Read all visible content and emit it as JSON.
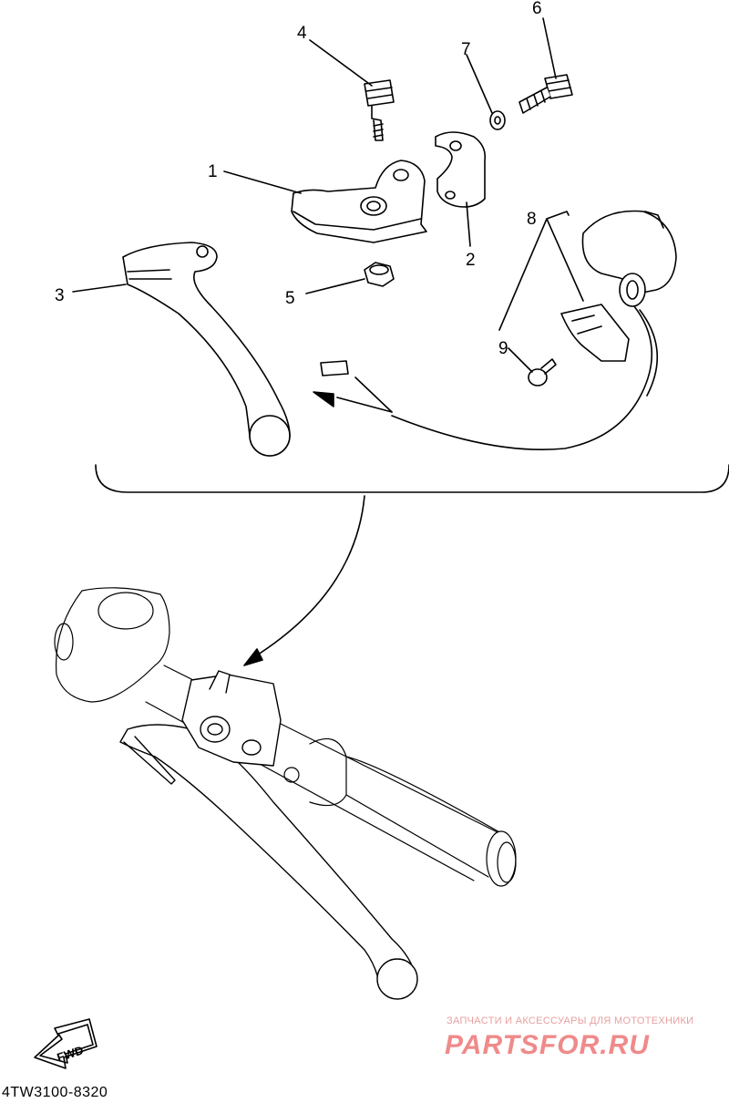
{
  "callouts": [
    {
      "id": "1",
      "label": "1"
    },
    {
      "id": "2",
      "label": "2"
    },
    {
      "id": "3",
      "label": "3"
    },
    {
      "id": "4",
      "label": "4"
    },
    {
      "id": "5",
      "label": "5"
    },
    {
      "id": "6",
      "label": "6"
    },
    {
      "id": "7",
      "label": "7"
    },
    {
      "id": "8",
      "label": "8"
    },
    {
      "id": "9",
      "label": "9"
    }
  ],
  "direction_arrow": {
    "label": "FWD",
    "icon": "fwd-arrow-icon"
  },
  "diagram_code": "4TW3100-8320",
  "watermark": {
    "tagline": "ЗАПЧАСТИ И АКСЕССУАРЫ ДЛЯ МОТОТЕХНИКИ",
    "logo_text": "PARTSFOR.RU",
    "color": "#f08a8a"
  }
}
